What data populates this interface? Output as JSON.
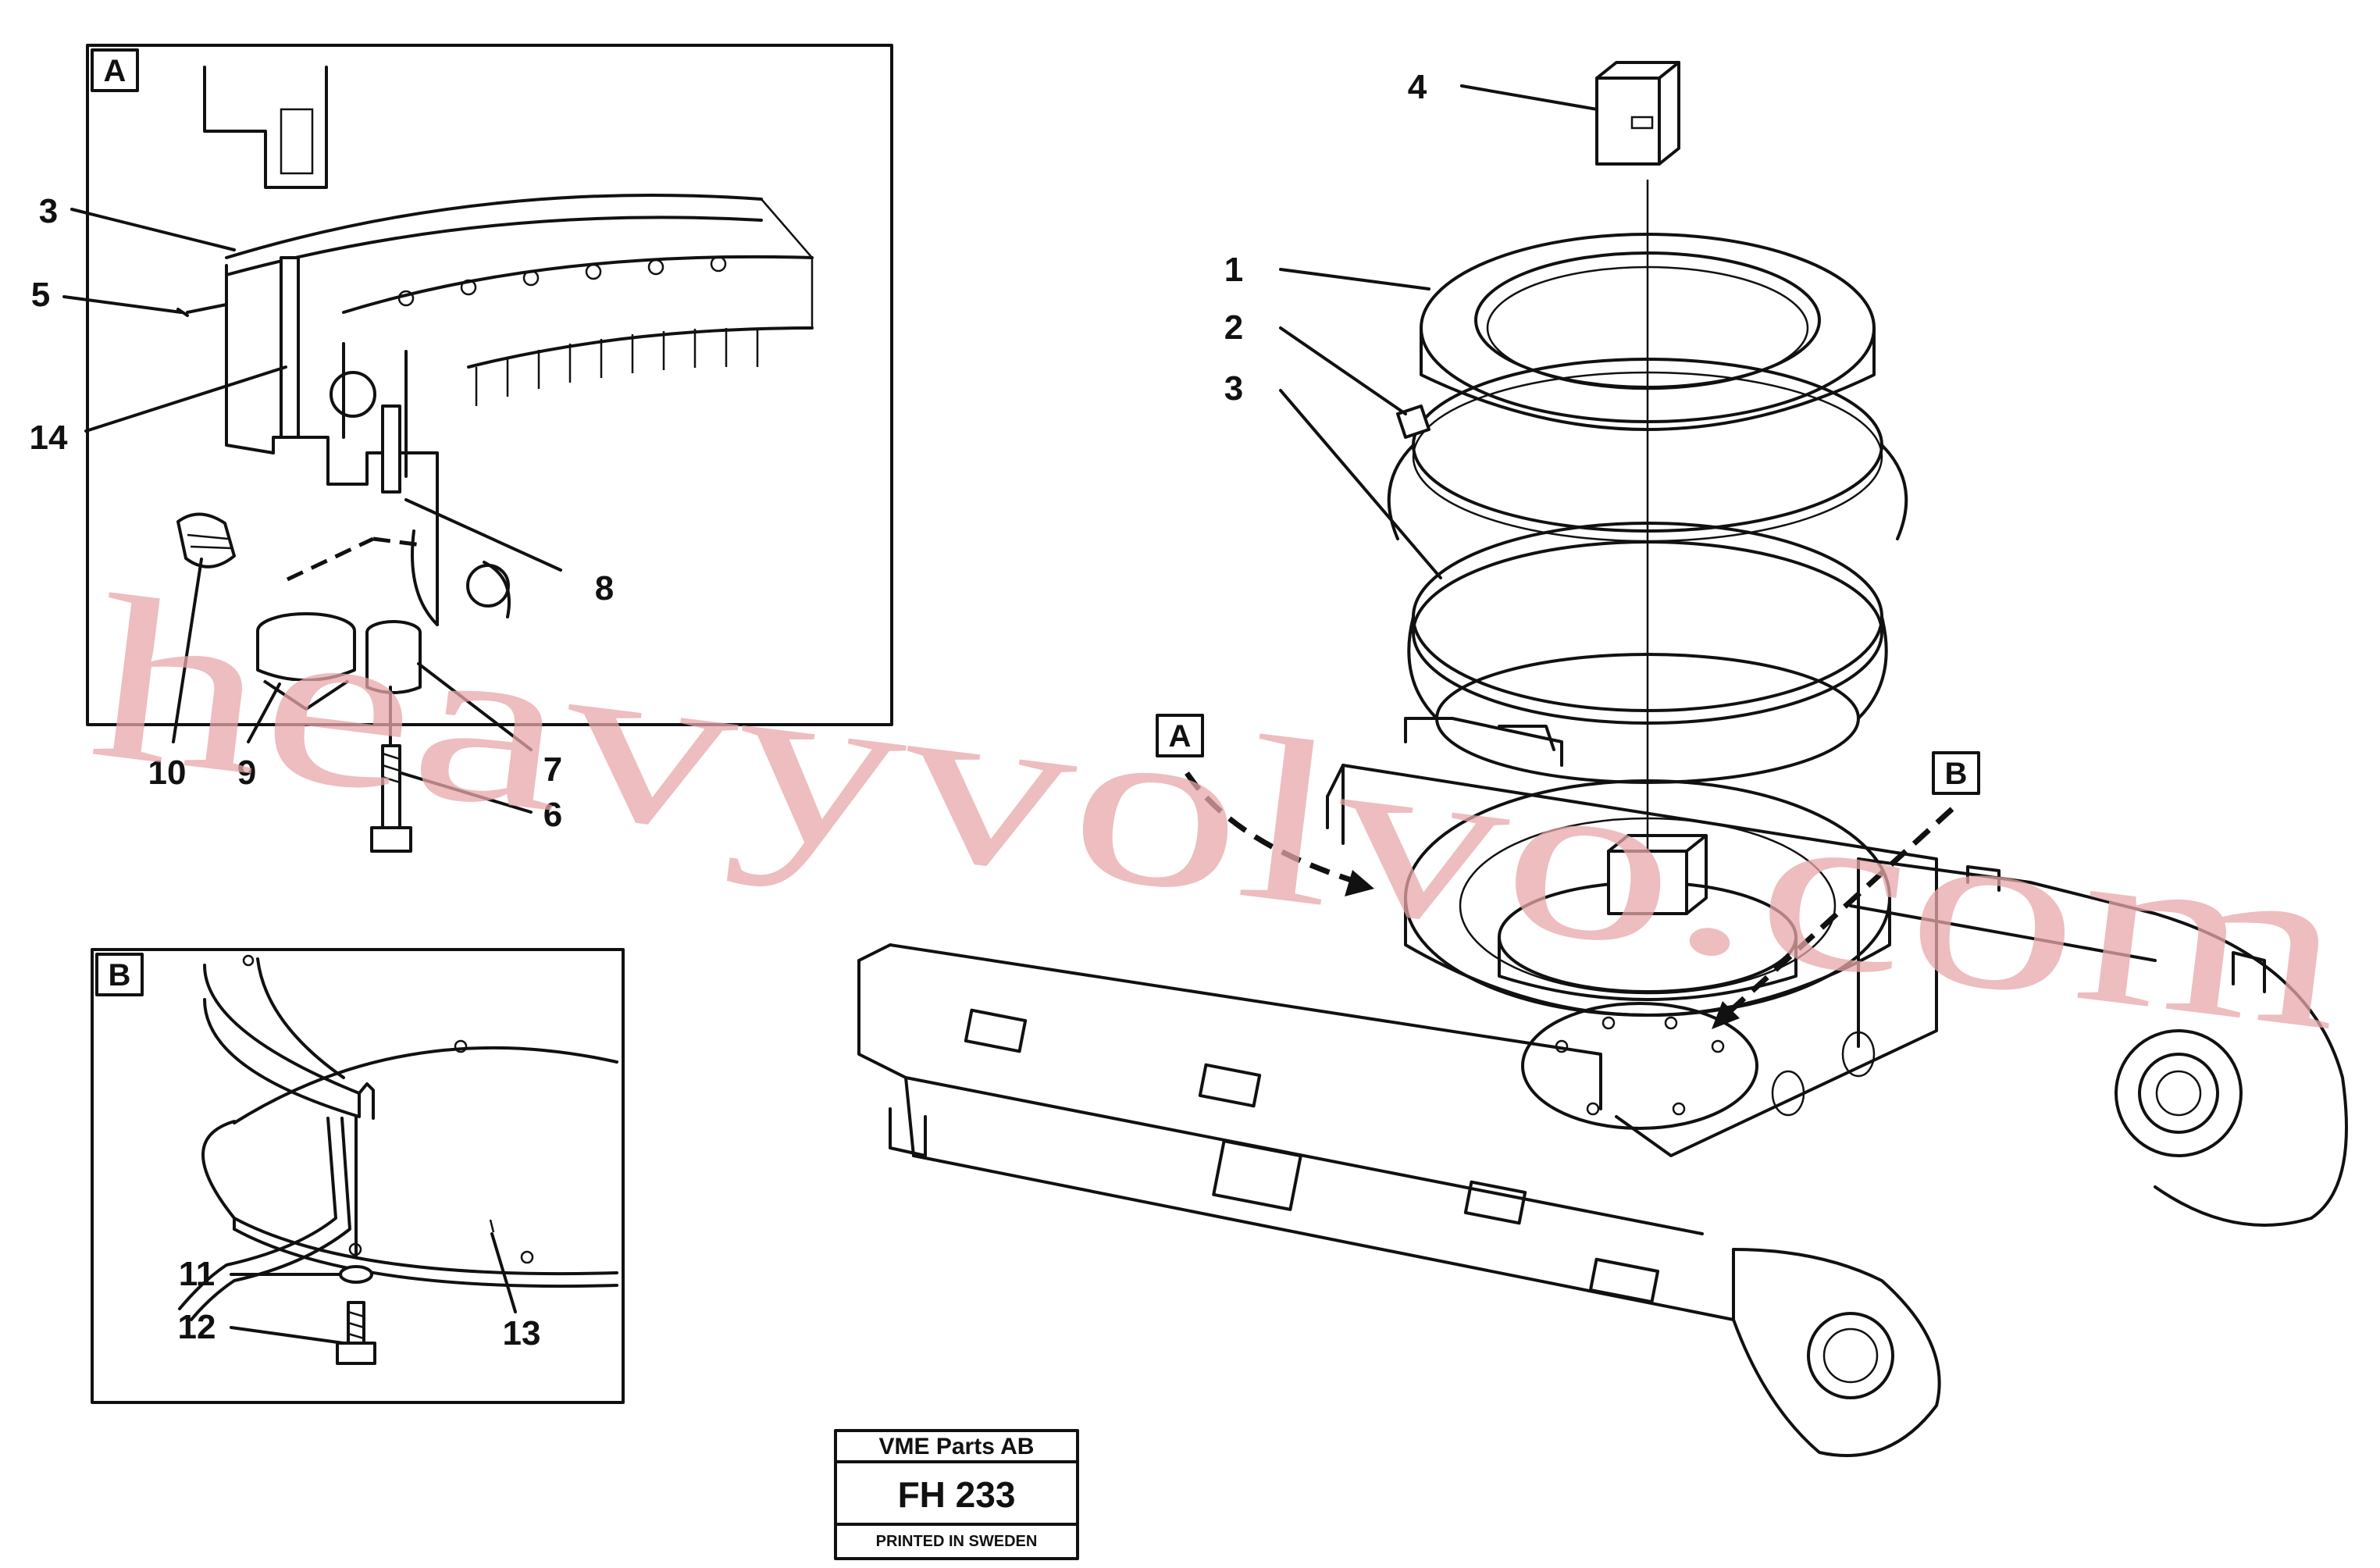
{
  "callouts": {
    "detail_a": [
      "3",
      "5",
      "14",
      "8",
      "10",
      "9",
      "7",
      "6"
    ],
    "detail_b": [
      "11",
      "12",
      "13"
    ],
    "main": [
      "4",
      "1",
      "2",
      "3"
    ]
  },
  "detail_boxes": {
    "a": "A",
    "b": "B"
  },
  "stamp": {
    "company": "VME Parts AB",
    "code": "FH 233",
    "printed": "PRINTED IN SWEDEN"
  },
  "watermark": "heavyvolvo.com"
}
